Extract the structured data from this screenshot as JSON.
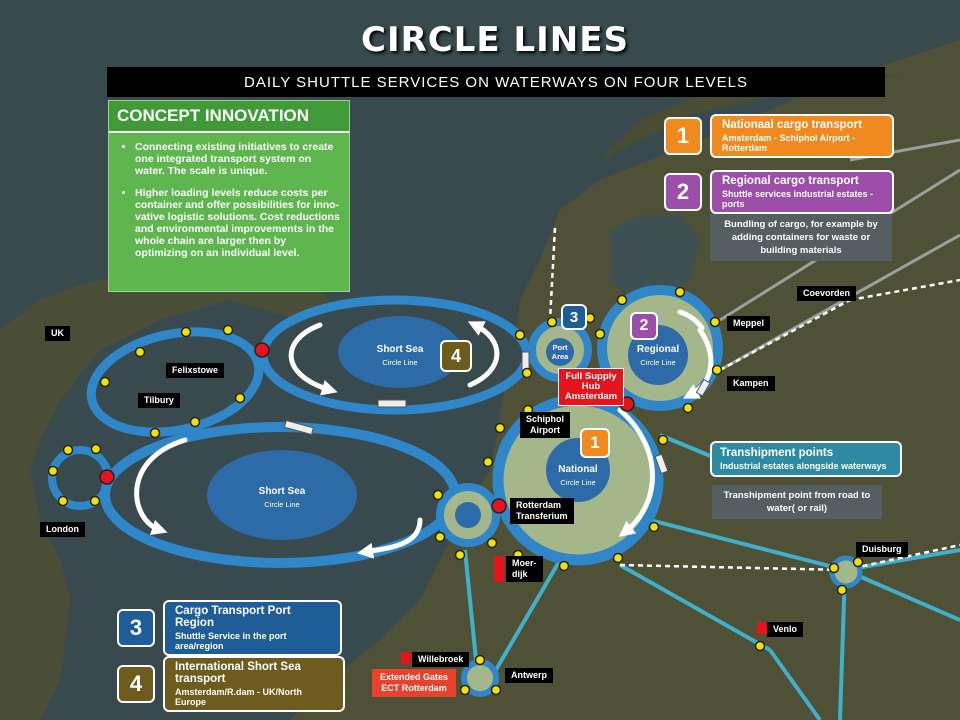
{
  "header": {
    "title": "CIRCLE LINES",
    "subtitle": "DAILY SHUTTLE SERVICES ON WATERWAYS ON FOUR LEVELS"
  },
  "concept": {
    "heading": "CONCEPT INNOVATION",
    "bullets": [
      "Connecting existing initiatives to create one integrated transport system on water. The scale is unique.",
      "Higher loading levels reduce costs per container and offer possibilities for inno-vative logistic solutions. Cost reductions and environmental improvements in the whole chain are larger then by optimizing on an individual level."
    ]
  },
  "levels": {
    "national": {
      "number": "1",
      "title": "Nationaal cargo transport",
      "sub": "Amsterdam - Schiphol Airport - Rotterdam",
      "color": "#f08a1f"
    },
    "regional": {
      "number": "2",
      "title": "Regional cargo transport",
      "sub": "Shuttle services industrial estates - ports",
      "color": "#9c4fa8"
    },
    "port": {
      "number": "3",
      "title": "Cargo Transport Port Region",
      "sub": "Shuttle Service in the port area/region",
      "color": "#1f5d98"
    },
    "shortsea": {
      "number": "4",
      "title": "International Short Sea transport",
      "sub": "Amsterdam/R.dam - UK/North Europe",
      "color": "#6e5c1e"
    }
  },
  "notes": {
    "bundling": "Bundling of cargo, for example by adding containers for waste or building materials",
    "transhipment_title": "Transhipment points",
    "transhipment_sub": "Industrial estates alongside waterways",
    "transhipment_road": "Transhipment point from road to water( or rail)"
  },
  "places": {
    "uk": "UK",
    "felixstowe": "Felixstowe",
    "tilbury": "Tilbury",
    "london": "London",
    "meppel": "Meppel",
    "kampen": "Kampen",
    "coevorden": "Coevorden",
    "schiphol_1": "Schiphol",
    "schiphol_2": "Airport",
    "rotterdam_1": "Rotterdam",
    "rotterdam_2": "Transferium",
    "moerdijk_1": "Moer-",
    "moerdijk_2": "dijk",
    "duisburg": "Duisburg",
    "venlo": "Venlo",
    "willebroek": "Willebroek",
    "antwerp": "Antwerp",
    "ext_1": "Extended Gates",
    "ext_2": "ECT Rotterdam"
  },
  "hub": {
    "line1": "Full Supply",
    "line2": "Hub",
    "line3": "Amsterdam"
  },
  "rings": {
    "shortsea_label": "Short Sea",
    "shortsea_sub": "Circle Line",
    "port_label_1": "Port",
    "port_label_2": "Area",
    "regional_label": "Regional",
    "regional_sub": "Circle Line",
    "national_label": "National",
    "national_sub": "Circle Line",
    "num1": "1",
    "num2": "2",
    "num3": "3",
    "num4": "4"
  },
  "colors": {
    "sea": "#3a4a4c",
    "land": "#4e5036",
    "ring_blue": "#2f86c9",
    "inner_blue": "#2c6aa8",
    "yellow_stop": "#f5e100",
    "red_hub": "#e5141c",
    "route_cyan": "#3fb0cc"
  },
  "icons": [
    "arrow-clockwise-icon",
    "barge-icon",
    "stop-dot-icon",
    "hub-dot-icon"
  ]
}
